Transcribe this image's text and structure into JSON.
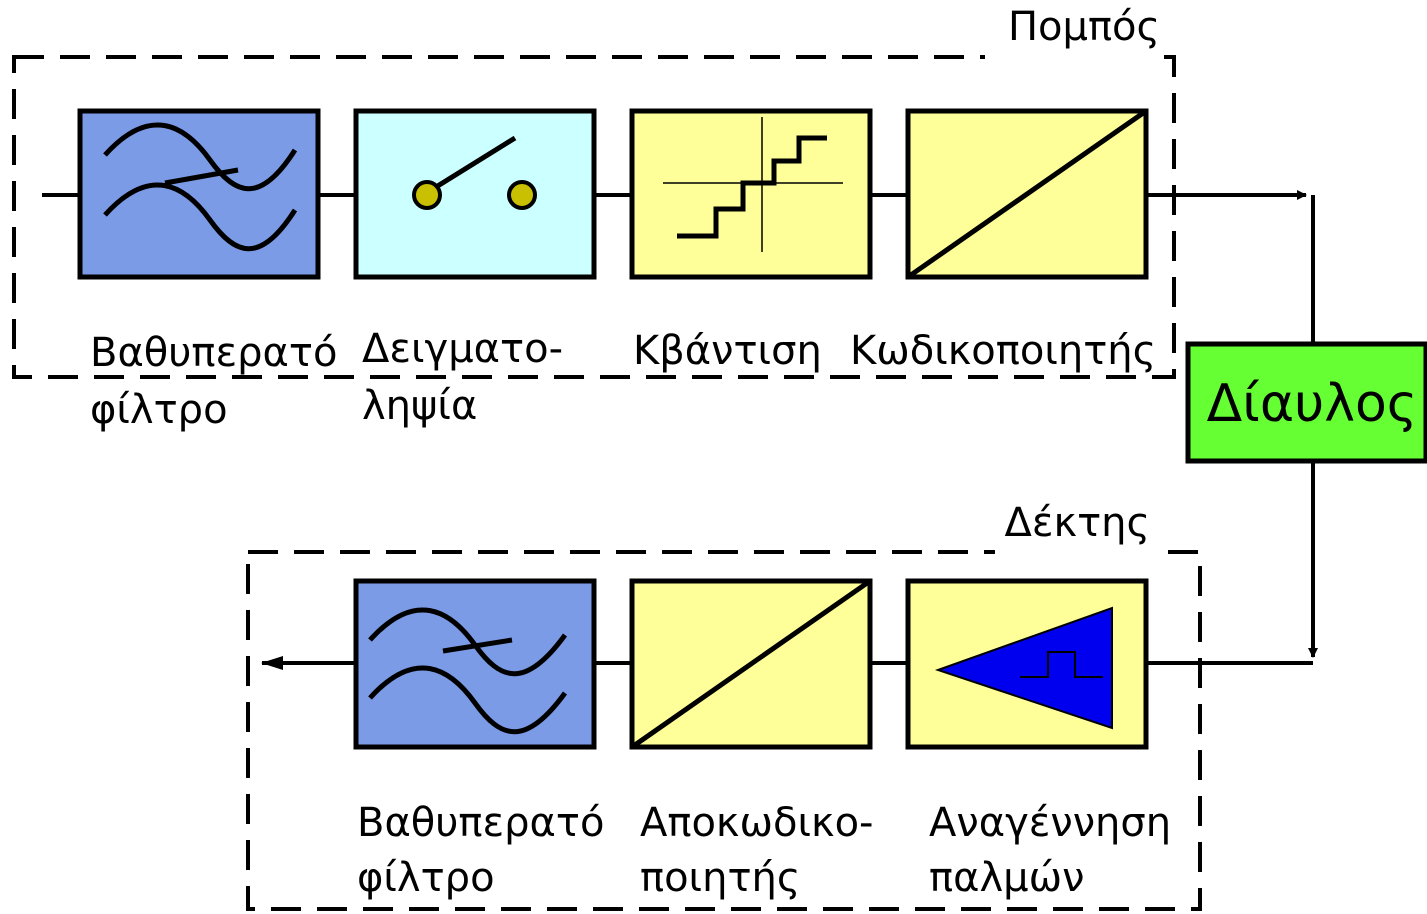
{
  "transmitter": {
    "title": "Πομπός",
    "blocks": [
      {
        "line1": "Βαθυπερατό",
        "line2": "φίλτρο"
      },
      {
        "line1": "Δειγματο-",
        "line2": "ληψία"
      },
      {
        "line1": "Κβάντιση",
        "line2": ""
      },
      {
        "line1": "Κωδικοποιητής",
        "line2": ""
      }
    ]
  },
  "channel": {
    "label": "Δίαυλος"
  },
  "receiver": {
    "title": "Δέκτης",
    "blocks": [
      {
        "line1": "Βαθυπερατό",
        "line2": "φίλτρο"
      },
      {
        "line1": "Αποκωδικο-",
        "line2": "ποιητής"
      },
      {
        "line1": "Αναγέννηση",
        "line2": "παλμών"
      }
    ]
  },
  "colors": {
    "filter_fill": "#7b9be6",
    "sampler_fill": "#ccffff",
    "yellow_fill": "#ffff99",
    "channel_fill": "#66ff33",
    "sampler_contact": "#c8c000",
    "regenerator_triangle": "#0000ee"
  }
}
